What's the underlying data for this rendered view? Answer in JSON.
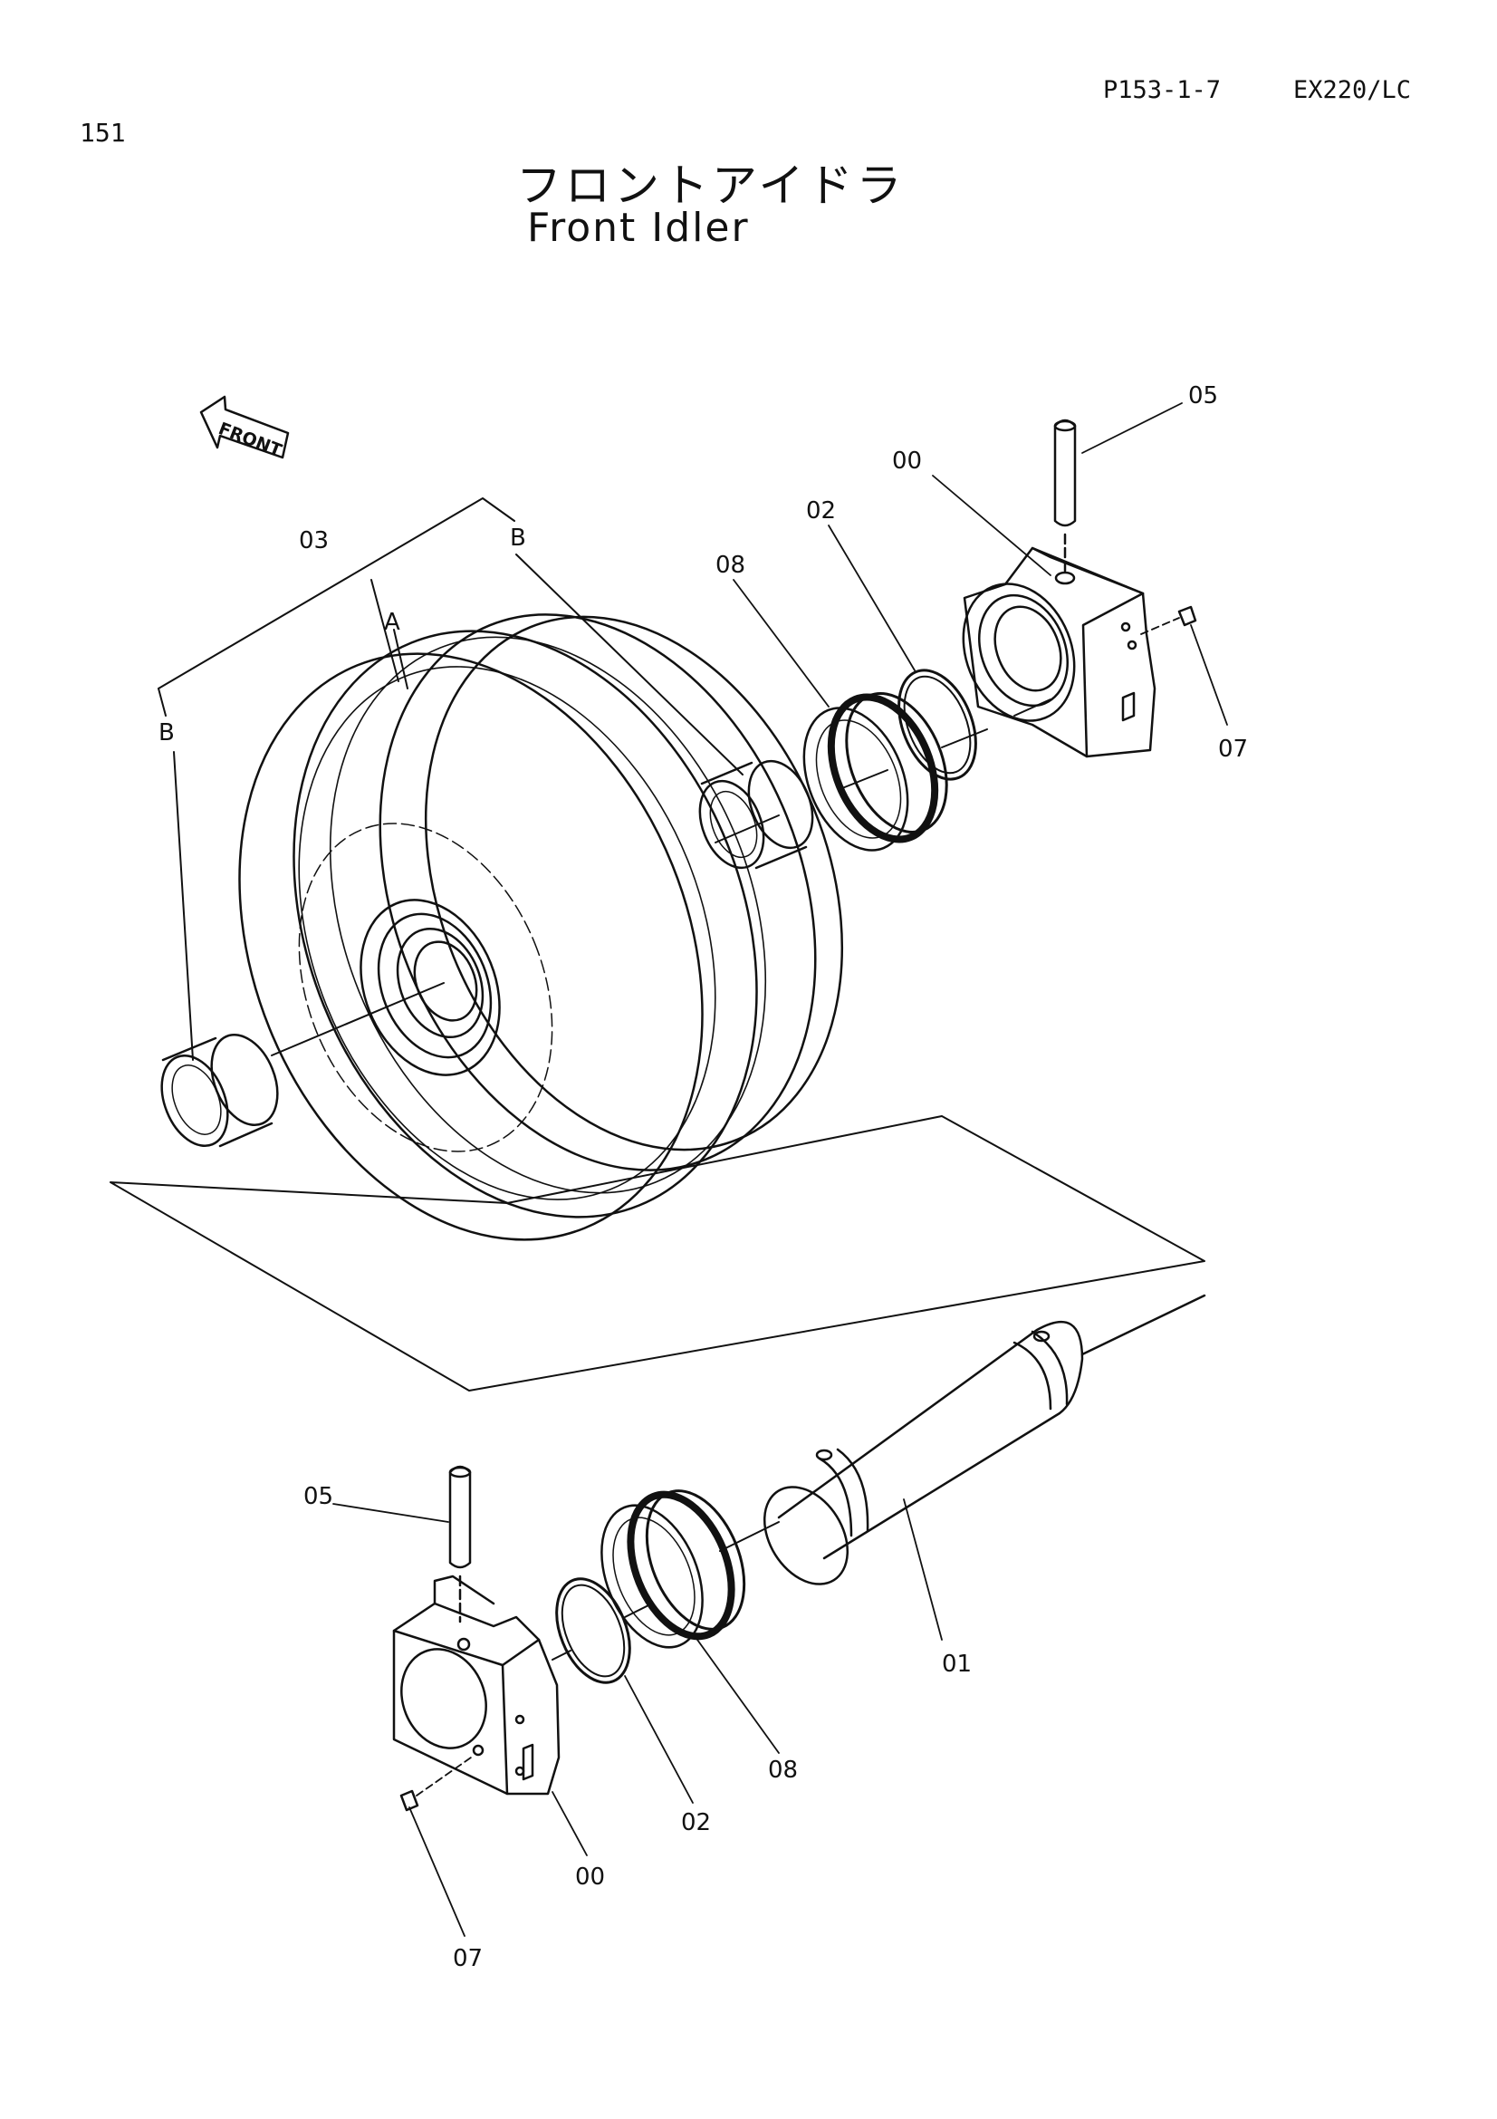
{
  "header": {
    "page_number": "151",
    "ref_code": "P153-1-7",
    "model": "EX220/LC"
  },
  "title": {
    "japanese": "フロントアイドラ",
    "english": "Front Idler"
  },
  "front_marker": "FRONT",
  "callouts": {
    "c03": "03",
    "cA": "A",
    "cB_top": "B",
    "cB_left": "B",
    "c08_top": "08",
    "c02_top": "02",
    "c00_top": "00",
    "c05_top": "05",
    "c07_top": "07",
    "c05_bot": "05",
    "c01": "01",
    "c08_bot": "08",
    "c02_bot": "02",
    "c00_bot": "00",
    "c07_bot": "07"
  }
}
